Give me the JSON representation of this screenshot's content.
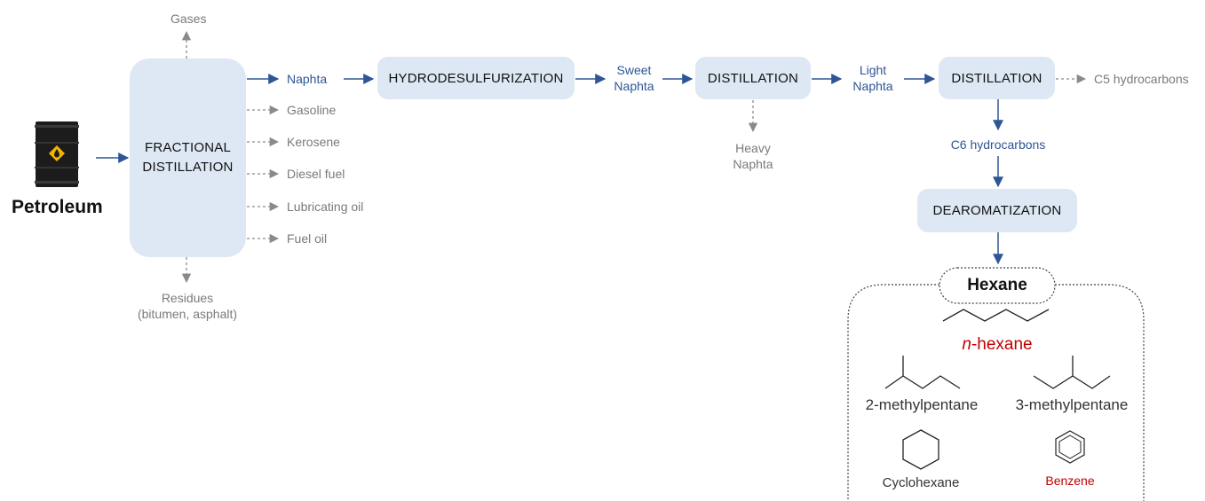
{
  "colors": {
    "box_fill": "#dde8f4",
    "flow_blue": "#2e5596",
    "side_grey": "#8a8a8a",
    "highlight_red": "#c00000"
  },
  "source": {
    "icon": "oil-barrel-icon",
    "label": "Petroleum"
  },
  "fractional": {
    "line1": "FRACTIONAL",
    "line2": "DISTILLATION",
    "top_output": "Gases",
    "bottom_output_line1": "Residues",
    "bottom_output_line2": "(bitumen, asphalt)",
    "main_output": "Naphta",
    "side_outputs": [
      "Gasoline",
      "Kerosene",
      "Diesel fuel",
      "Lubricating oil",
      "Fuel oil"
    ]
  },
  "hydro": {
    "label": "HYDRODESULFURIZATION",
    "output_line1": "Sweet",
    "output_line2": "Naphta"
  },
  "distill1": {
    "label": "DISTILLATION",
    "side_line1": "Heavy",
    "side_line2": "Naphta",
    "output_line1": "Light",
    "output_line2": "Naphta"
  },
  "distill2": {
    "label": "DISTILLATION",
    "side_output": "C5 hydrocarbons",
    "main_output": "C6 hydrocarbons"
  },
  "dearom": {
    "label": "DEAROMATIZATION"
  },
  "hexane": {
    "title": "Hexane",
    "n_prefix": "n",
    "n_suffix": "-hexane",
    "isomer1": "2-methylpentane",
    "isomer2": "3-methylpentane",
    "cyclo": "Cyclohexane",
    "benzene": "Benzene"
  }
}
